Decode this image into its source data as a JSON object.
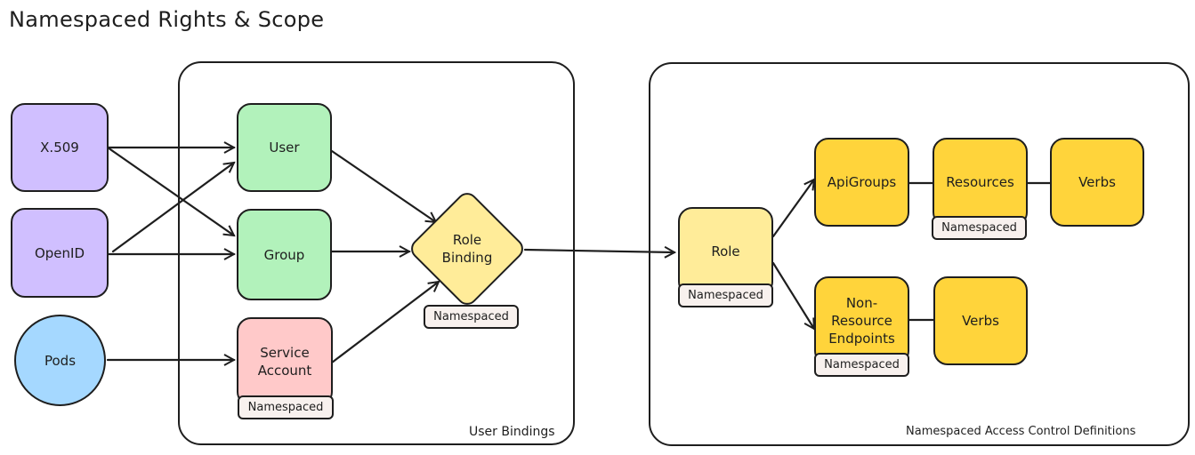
{
  "title": "Namespaced Rights & Scope",
  "groups": {
    "user_bindings": "User Bindings",
    "access_control": "Namespaced Access Control Definitions"
  },
  "nodes": {
    "x509": "X.509",
    "openid": "OpenID",
    "pods": "Pods",
    "user": "User",
    "group": "Group",
    "service_account_line1": "Service",
    "service_account_line2": "Account",
    "role_binding_line1": "Role",
    "role_binding_line2": "Binding",
    "role": "Role",
    "api_groups": "ApiGroups",
    "resources": "Resources",
    "verbs_top": "Verbs",
    "non_resource_line1": "Non-",
    "non_resource_line2": "Resource",
    "non_resource_line3": "Endpoints",
    "verbs_bottom": "Verbs"
  },
  "tags": {
    "service_account": "Namespaced",
    "role_binding": "Namespaced",
    "role": "Namespaced",
    "resources": "Namespaced",
    "non_resource": "Namespaced"
  },
  "colors": {
    "stroke": "#1e1e1e",
    "purple": "#d0bfff",
    "green": "#b2f2bb",
    "pink": "#ffc9c9",
    "blue": "#a5d8ff",
    "yellow": "#ffd43b",
    "light_yellow": "#ffec99",
    "tag_bg": "#f8f1ee"
  }
}
